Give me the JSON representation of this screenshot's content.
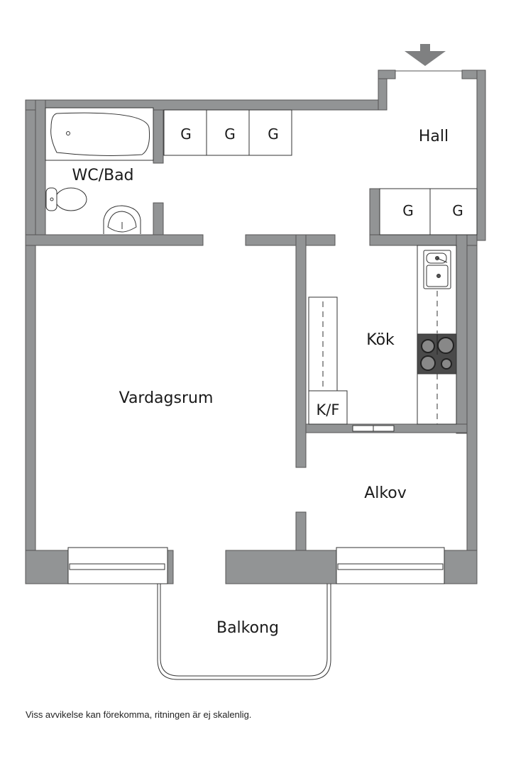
{
  "floorplan": {
    "rooms": {
      "hall": "Hall",
      "wc_bad": "WC/Bad",
      "kok": "Kök",
      "kf": "K/F",
      "vardagsrum": "Vardagsrum",
      "alkov": "Alkov",
      "balkong": "Balkong"
    },
    "wardrobes": [
      "G",
      "G",
      "G",
      "G",
      "G"
    ],
    "entrance_icon": "arrow-down-icon",
    "colors": {
      "wall": "#929495",
      "stove": "#4a4a4a",
      "line": "#333333"
    }
  },
  "footer": {
    "disclaimer": "Viss avvikelse kan förekomma, ritningen är ej skalenlig."
  }
}
